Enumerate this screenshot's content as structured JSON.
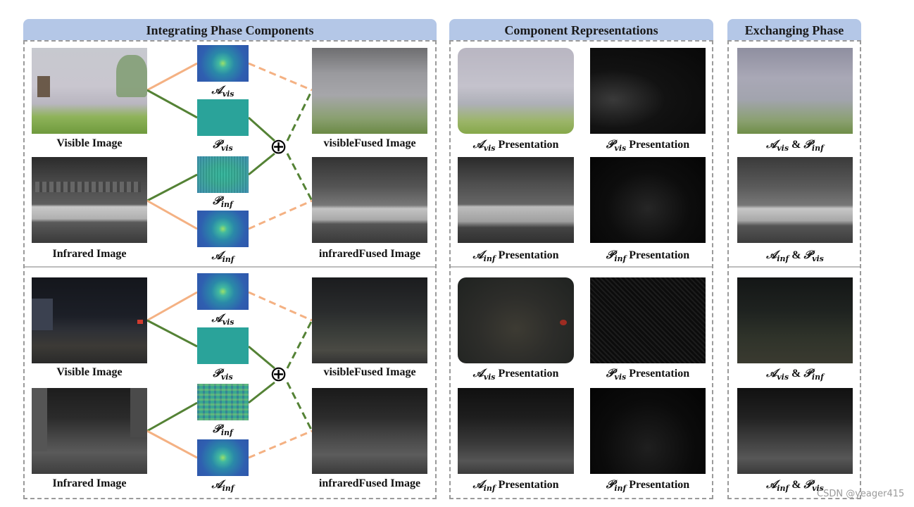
{
  "headers": {
    "integrating": "Integrating  Phase Components",
    "component": "Component Representations",
    "exchanging": "Exchanging Phase"
  },
  "labels": {
    "visible_image": "Visible Image",
    "infrared_image": "Infrared Image",
    "visible_fused": "visibleFused Image",
    "infrared_fused": "infraredFused Image",
    "presentation": "Presentation",
    "and": "&"
  },
  "symbols": {
    "A": "𝒜",
    "P": "𝒫",
    "vis": "vis",
    "inf": "inf",
    "oplus": "⊕"
  },
  "watermark": "CSDN @yeager415",
  "colors": {
    "header_bg": "#b4c7e7",
    "amplitude_line": "#f4b183",
    "phase_line": "#548235",
    "panel_border": "#9a9a9a"
  }
}
